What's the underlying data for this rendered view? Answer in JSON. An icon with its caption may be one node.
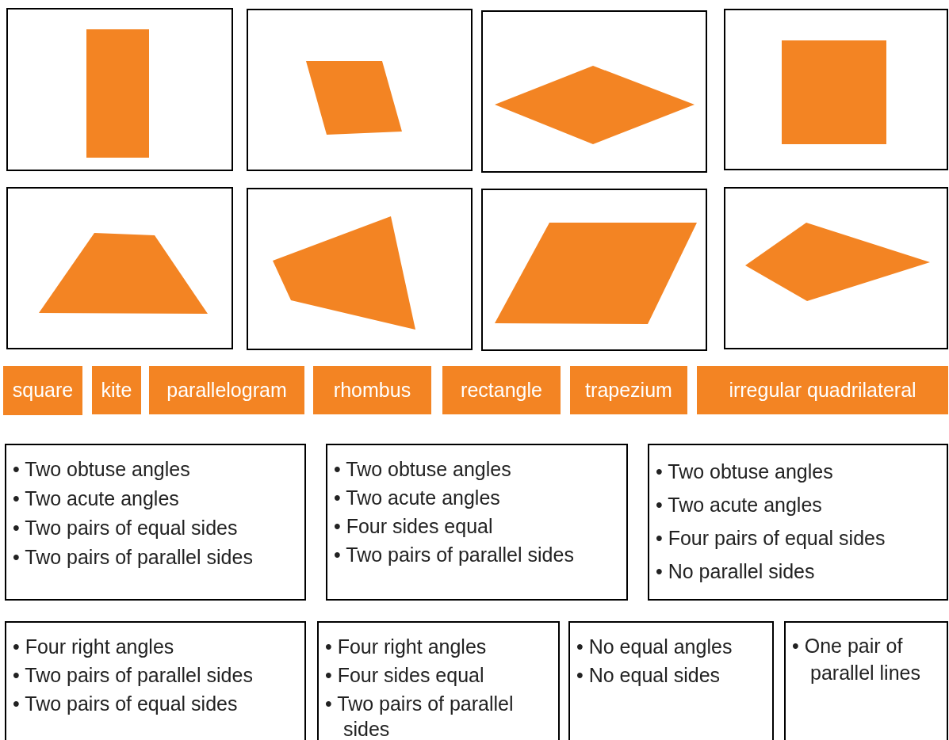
{
  "diagram": {
    "nodes": [
      {
        "text": [],
        "shape": "box"
      },
      {
        "text": [],
        "shape": "box"
      },
      {
        "text": [],
        "shape": "box"
      },
      {
        "text": [],
        "shape": "box"
      },
      {
        "text": [],
        "shape": "box"
      },
      {
        "text": [],
        "shape": "box"
      },
      {
        "text": [],
        "shape": "box"
      },
      {
        "text": [],
        "shape": "box"
      },
      {
        "text": [],
        "shape": "quadrilateral",
        "in": 0
      },
      {
        "text": [],
        "shape": "quadrilateral",
        "in": 1
      },
      {
        "text": [],
        "shape": "quadrilateral",
        "in": 2
      },
      {
        "text": [],
        "shape": "quadrilateral",
        "in": 3
      },
      {
        "text": [],
        "shape": "quadrilateral",
        "in": 4
      },
      {
        "text": [],
        "shape": "quadrilateral",
        "in": 5
      },
      {
        "text": [],
        "shape": "quadrilateral",
        "in": 6
      },
      {
        "text": [],
        "shape": "quadrilateral",
        "in": 7
      },
      {
        "text": [
          "square"
        ]
      },
      {
        "text": [
          "kite"
        ]
      },
      {
        "text": [
          "parallelogram"
        ]
      },
      {
        "text": [
          "rhombus"
        ]
      },
      {
        "text": [
          "rectangle"
        ]
      },
      {
        "text": [
          "trapezium"
        ]
      },
      {
        "text": [
          "irregular quadrilateral"
        ]
      },
      {
        "text": [
          "• Two obtuse angles",
          "• Two acute angles",
          "• Two pairs of equal sides",
          "• Two pairs of parallel sides"
        ]
      },
      {
        "text": [
          "• Two obtuse angles",
          "• Two acute angles",
          "• Four sides equal",
          "• Two pairs of parallel sides"
        ]
      },
      {
        "text": [
          "• Two obtuse angles",
          "• Two acute angles",
          "• Four pairs of equal sides",
          "• No parallel sides"
        ]
      },
      {
        "text": [
          "• Four right angles",
          "• Two pairs of parallel sides",
          "• Two pairs of equal sides"
        ]
      },
      {
        "text": [
          "• Four right angles",
          "• Four sides equal",
          "• Two pairs of parallel sides"
        ]
      },
      {
        "text": [
          "• No equal angles",
          "• No equal sides"
        ]
      },
      {
        "text": [
          "• One pair of parallel lines"
        ]
      }
    ],
    "edges": []
  }
}
